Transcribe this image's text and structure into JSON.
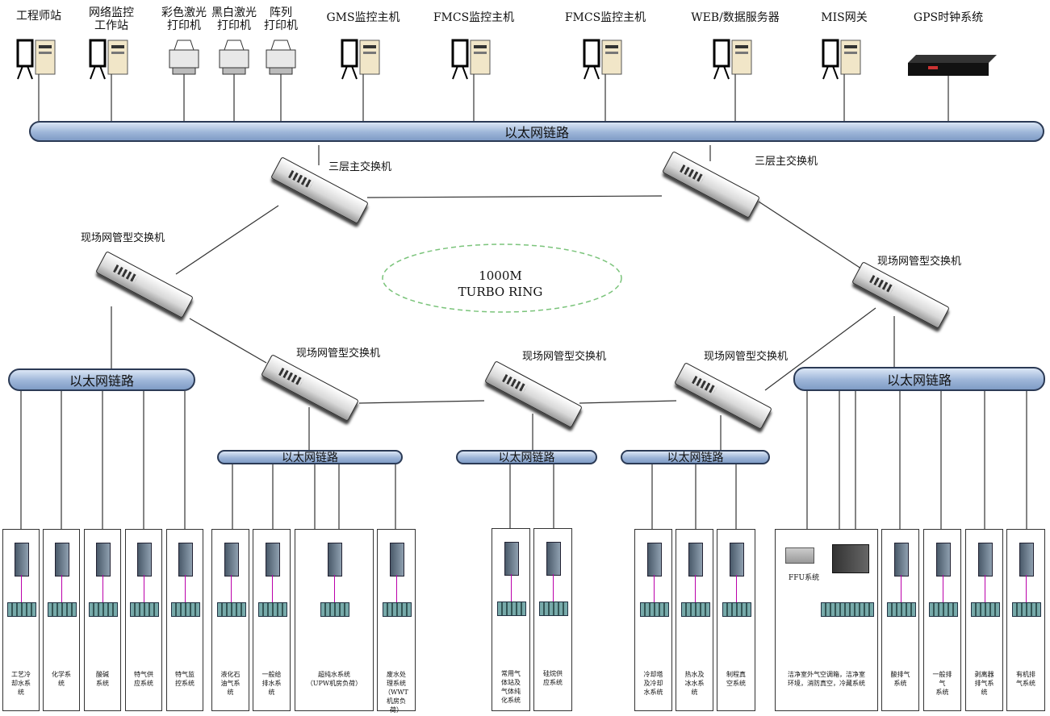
{
  "top_devices": [
    {
      "id": "eng",
      "label": "工程师站",
      "icon": "workstation-icon"
    },
    {
      "id": "netmon",
      "label": "网络监控\n工作站",
      "icon": "workstation-icon"
    },
    {
      "id": "colorprint",
      "label": "彩色激光\n打印机",
      "icon": "printer-icon"
    },
    {
      "id": "bwprint",
      "label": "黑白激光\n打印机",
      "icon": "printer-icon"
    },
    {
      "id": "dotprint",
      "label": "阵列\n打印机",
      "icon": "printer-icon"
    },
    {
      "id": "gms",
      "label": "GMS监控主机",
      "icon": "workstation-icon"
    },
    {
      "id": "fmcs1",
      "label": "FMCS监控主机",
      "icon": "workstation-icon"
    },
    {
      "id": "fmcs2",
      "label": "FMCS监控主机",
      "icon": "workstation-icon"
    },
    {
      "id": "web",
      "label": "WEB/数据服务器",
      "icon": "workstation-icon"
    },
    {
      "id": "mis",
      "label": "MIS网关",
      "icon": "workstation-icon"
    },
    {
      "id": "gps",
      "label": "GPS时钟系统",
      "icon": "gps-clock-icon"
    }
  ],
  "bus_label": "以太网链路",
  "core_switch_label": "三层主交换机",
  "field_switch_label": "现场网管型交换机",
  "ring": {
    "line1": "1000M",
    "line2": "TURBO RING"
  },
  "ffu_label": "FFU系统",
  "systems": {
    "g1": [
      "工艺冷\n却水系\n统",
      "化学系\n统",
      "酸碱\n系统",
      "特气供\n应系统",
      "特气监\n控系统"
    ],
    "g2": [
      "液化石\n油气系\n统",
      "一般给\n排水系\n统",
      "超纯水系统\n（UPW机房负荷）",
      "废水处\n理系统\n（WWT\n机房负\n荷）"
    ],
    "g3": [
      "常用气\n体站及\n气体纯\n化系统",
      "硅烷供\n应系统"
    ],
    "g4": [
      "冷却塔\n及冷却\n水系统",
      "热水及\n冰水系\n统",
      "制程真\n空系统"
    ],
    "g5": [
      "洁净室外气空调箱，洁净室\n环境，消防真空，冷藏系统",
      "酸排气\n系统",
      "一般排\n气\n系统",
      "剥离器\n排气系\n统",
      "有机排\n气系统"
    ]
  },
  "colors": {
    "bus_stroke": "#2b3a55",
    "ring_dash": "#7bc47b",
    "plc_link": "#b000a0"
  }
}
